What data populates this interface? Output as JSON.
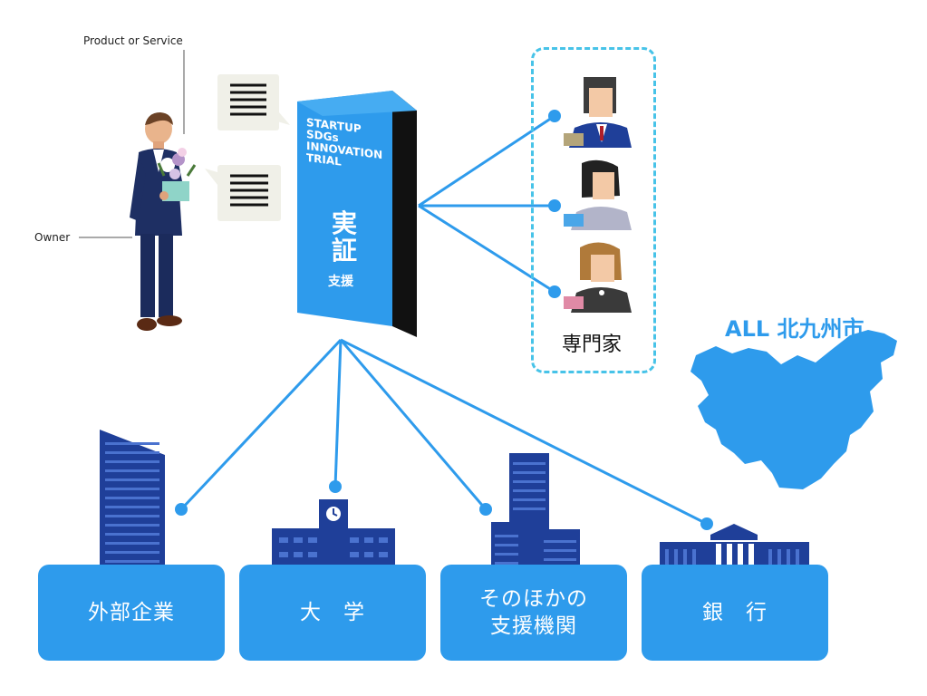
{
  "labels": {
    "product": "Product or Service",
    "owner": "Owner"
  },
  "pillar": {
    "title_lines": [
      "STARTUP",
      "SDGs",
      "INNOVATION",
      "TRIAL"
    ],
    "main_jp": "実証",
    "sub_jp": "支援"
  },
  "experts": {
    "label": "専門家"
  },
  "city": {
    "label": "ALL 北九州市"
  },
  "boxes": [
    {
      "label": "外部企業"
    },
    {
      "label": "大　学"
    },
    {
      "label": "そのほかの",
      "label2": "支援機関"
    },
    {
      "label": "銀　行"
    }
  ],
  "colors": {
    "accent": "#2e9bec",
    "pillar_front": "#2e9bec",
    "pillar_side": "#111111",
    "building": "#1f3f99"
  }
}
